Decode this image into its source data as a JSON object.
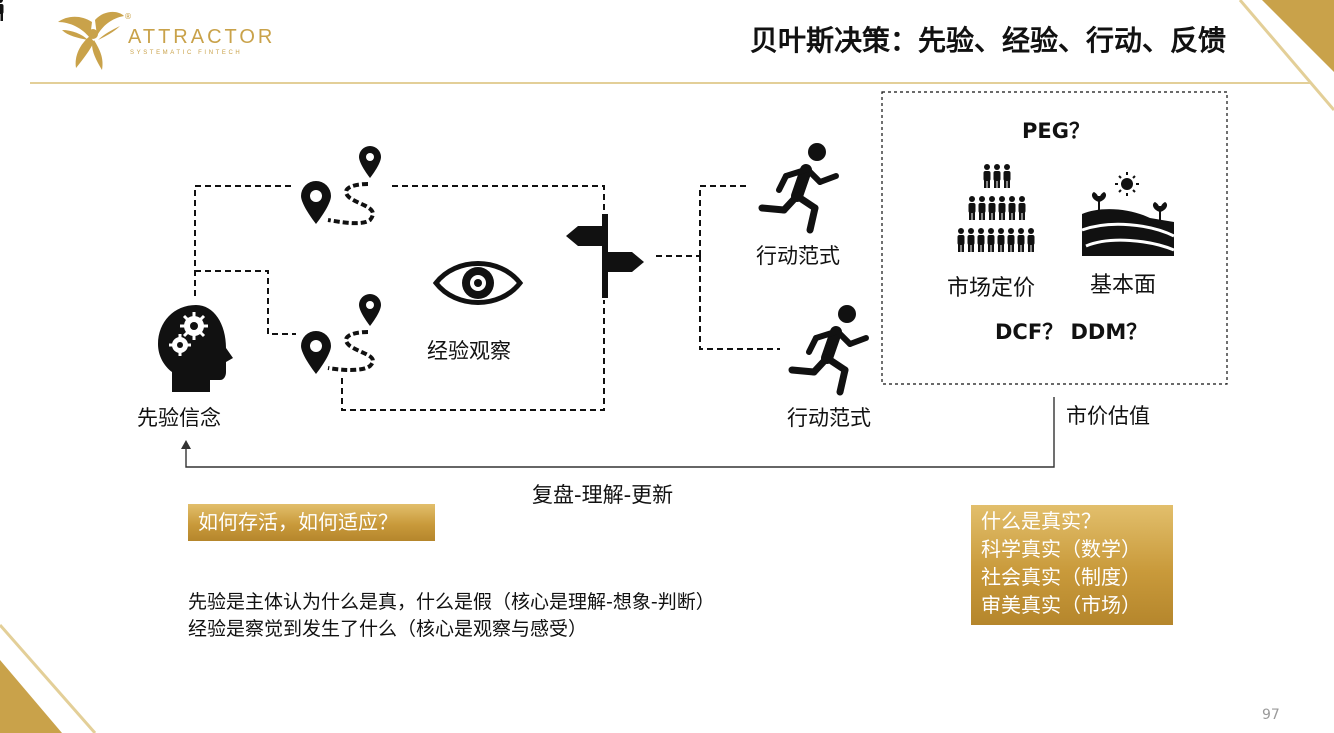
{
  "brand": {
    "name": "ATTRACTOR",
    "tagline": "SYSTEMATIC FINTECH",
    "registered": "®"
  },
  "title": "贝叶斯决策：先验、经验、行动、反馈",
  "diagram": {
    "prior": "先验信念",
    "observe": "经验观察",
    "action_top": "行动范式",
    "action_bottom": "行动范式",
    "peg": "PEG？",
    "market_pricing": "市场定价",
    "fundamentals": "基本面",
    "dcf_ddm": "DCF？ DDM？",
    "valuation": "市价估值",
    "feedback": "复盘-理解-更新"
  },
  "survive_box": "如何存活，如何适应？",
  "truth_box": [
    "什么是真实？",
    "科学真实（数学）",
    "社会真实（制度）",
    "审美真实（市场）"
  ],
  "notes": [
    "先验是主体认为什么是真，什么是假（核心是理解-想象-判断）",
    "经验是察觉到发生了什么（核心是观察与感受）"
  ],
  "page_number": "97",
  "colors": {
    "gold": "#c9a24a",
    "gold_dark": "#b5862c",
    "line_gold": "#e3cf98"
  }
}
